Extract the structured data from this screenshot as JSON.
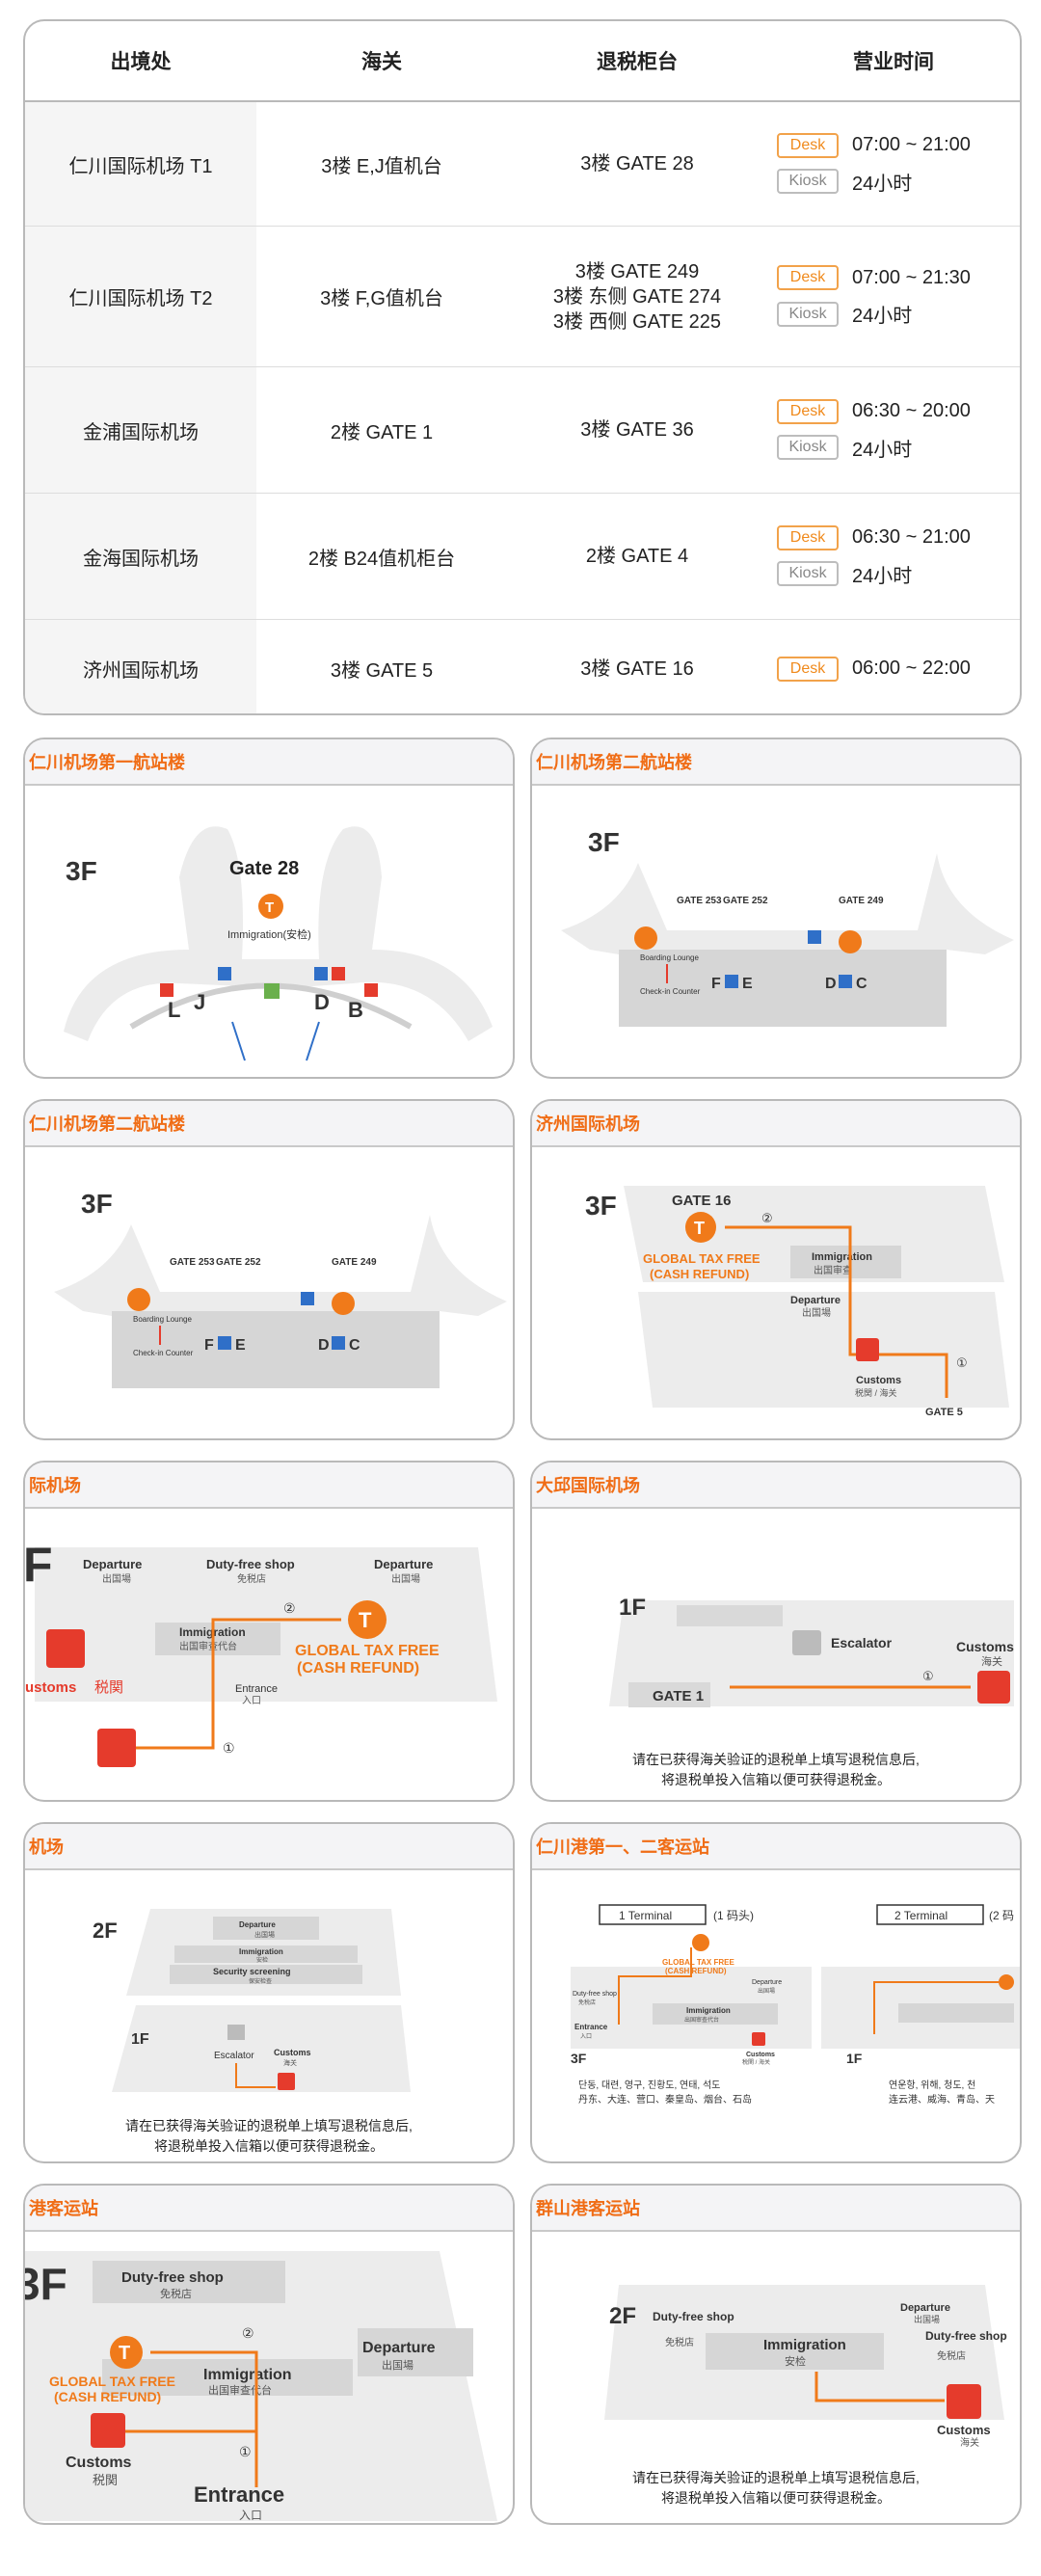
{
  "table": {
    "headers": [
      "出境处",
      "海关",
      "退税柜台",
      "营业时间"
    ],
    "rows": [
      {
        "airport": "仁川国际机场 T1",
        "customs": "3楼 E,J值机台",
        "counter": [
          "3楼 GATE 28"
        ],
        "hours": [
          {
            "tag": "Desk",
            "time": "07:00 ~ 21:00"
          },
          {
            "tag": "Kiosk",
            "time": "24小时"
          }
        ]
      },
      {
        "airport": "仁川国际机场 T2",
        "customs": "3楼 F,G值机台",
        "counter": [
          "3楼 GATE 249",
          "3楼 东侧 GATE 274",
          "3楼 西侧 GATE 225"
        ],
        "hours": [
          {
            "tag": "Desk",
            "time": "07:00 ~ 21:30"
          },
          {
            "tag": "Kiosk",
            "time": "24小时"
          }
        ]
      },
      {
        "airport": "金浦国际机场",
        "customs": "2楼 GATE 1",
        "counter": [
          "3楼 GATE 36"
        ],
        "hours": [
          {
            "tag": "Desk",
            "time": "06:30 ~ 20:00"
          },
          {
            "tag": "Kiosk",
            "time": "24小时"
          }
        ]
      },
      {
        "airport": "金海国际机场",
        "customs": "2楼 B24值机柜台",
        "counter": [
          "2楼 GATE 4"
        ],
        "hours": [
          {
            "tag": "Desk",
            "time": "06:30 ~ 21:00"
          },
          {
            "tag": "Kiosk",
            "time": "24小时"
          }
        ]
      },
      {
        "airport": "济州国际机场",
        "customs": "3楼 GATE 5",
        "counter": [
          "3楼 GATE 16"
        ],
        "hours": [
          {
            "tag": "Desk",
            "time": "06:00 ~ 22:00"
          }
        ]
      }
    ]
  },
  "cards": {
    "icn_t1": {
      "title": "仁川机场第一航站楼",
      "floor": "3F",
      "gate": "Gate 28",
      "immigration": "Immigration(安检)",
      "letters": [
        "L",
        "J",
        "D",
        "B"
      ]
    },
    "icn_t2a": {
      "title": "仁川机场第二航站楼",
      "floor": "3F",
      "gates": [
        "GATE 253",
        "GATE 252",
        "GATE 249"
      ],
      "lounge": "Boarding Lounge",
      "checkin": "Check-in Counter",
      "letters": [
        "F",
        "E",
        "D",
        "C"
      ]
    },
    "icn_t2b": {
      "title": "仁川机场第二航站楼",
      "floor": "3F",
      "gates": [
        "GATE 253",
        "GATE 252",
        "GATE 249"
      ],
      "lounge": "Boarding Lounge",
      "checkin": "Check-in Counter",
      "letters": [
        "F",
        "E",
        "D",
        "C"
      ]
    },
    "jeju": {
      "title": "济州国际机场",
      "floor": "3F",
      "gate": "GATE 16",
      "tax1": "GLOBAL TAX FREE",
      "tax2": "(CASH REFUND)",
      "imm": "Immigration",
      "imm_cn": "出国审查",
      "dep": "Departure",
      "dep_cn": "出国場",
      "customs": "Customs",
      "customs_cn": "税関 / 海关",
      "gate5": "GATE 5",
      "n1": "①",
      "n2": "②"
    },
    "gimpo": {
      "title": "际机场",
      "floor": "F",
      "dep1": "Departure",
      "dep1_cn": "出国場",
      "dfs": "Duty-free shop",
      "dfs_cn": "免税店",
      "dep2": "Departure",
      "dep2_cn": "出国場",
      "imm": "Immigration",
      "imm_cn": "出国审查代台",
      "tax1": "GLOBAL TAX FREE",
      "tax2": "(CASH REFUND)",
      "customs": "ustoms",
      "customs_cn": "税関",
      "ent": "Entrance",
      "ent_cn": "入口",
      "n1": "①",
      "n2": "②"
    },
    "daegu": {
      "title": "大邱国际机场",
      "floor": "1F",
      "esc": "Escalator",
      "customs": "Customs",
      "customs_cn": "海关",
      "gate": "GATE 1",
      "n1": "①",
      "note1": "请在已获得海关验证的退税单上填写退税信息后,",
      "note2": "将退税单投入信箱以便可获得退税金。"
    },
    "cheongju": {
      "title": "机场",
      "f2": "2F",
      "f1": "1F",
      "dep": "Departure",
      "dep_cn": "出国場",
      "imm": "Immigration",
      "imm_cn": "安检",
      "sec": "Security screening",
      "sec_cn": "保安检查",
      "esc": "Escalator",
      "customs": "Customs",
      "customs_cn": "海关",
      "note1": "请在已获得海关验证的退税单上填写退税信息后,",
      "note2": "将退税单投入信箱以便可获得退税金。"
    },
    "incheon_port": {
      "title": "仁川港第一、二客运站",
      "t1": "1 Terminal",
      "t1_cn": "(1 码头)",
      "t2": "2 Terminal",
      "t2_cn": "(2 码",
      "f3": "3F",
      "f1": "1F",
      "tax1": "GLOBAL TAX FREE",
      "tax2": "(CASH REFUND)",
      "dfs": "Duty-free shop",
      "dfs_cn": "免税店",
      "dep": "Departure",
      "dep_cn": "出国場",
      "imm": "Immigration",
      "imm_cn": "出国审查代台",
      "ent": "Entrance",
      "ent_cn": "入口",
      "customs": "Customs",
      "customs_cn": "税関 / 海关",
      "k1": "단동, 대련, 영구, 진황도, 연태, 석도",
      "c1": "丹东、大连、营口、秦皇岛、烟台、石岛",
      "k2": "연운항, 위해, 청도, 천",
      "c2": "连云港、威海、青岛、天"
    },
    "pyeongtaek": {
      "title": "港客运站",
      "floor": "3F",
      "dfs": "Duty-free shop",
      "dfs_cn": "免税店",
      "imm": "Immigration",
      "imm_cn": "出国审查代台",
      "dep": "Departure",
      "dep_cn": "出国場",
      "tax1": "GLOBAL TAX FREE",
      "tax2": "(CASH REFUND)",
      "customs": "Customs",
      "customs_cn": "税関",
      "ent": "Entrance",
      "ent_cn": "入口",
      "n1": "①",
      "n2": "②"
    },
    "gunsan": {
      "title": "群山港客运站",
      "floor": "2F",
      "dfs": "Duty-free shop",
      "dfs_cn": "免税店",
      "imm": "Immigration",
      "imm_cn": "安检",
      "dep": "Departure",
      "dep_cn": "出国場",
      "dfs2": "Duty-free shop",
      "dfs2_cn": "免税店",
      "customs": "Customs",
      "customs_cn": "海关",
      "note1": "请在已获得海关验证的退税单上填写退税信息后,",
      "note2": "将退税单投入信箱以便可获得退税金。"
    }
  },
  "colors": {
    "orange": "#f07a1a",
    "red": "#e53b2c",
    "blue": "#2f6fc8",
    "grey": "#e6e6e6"
  }
}
